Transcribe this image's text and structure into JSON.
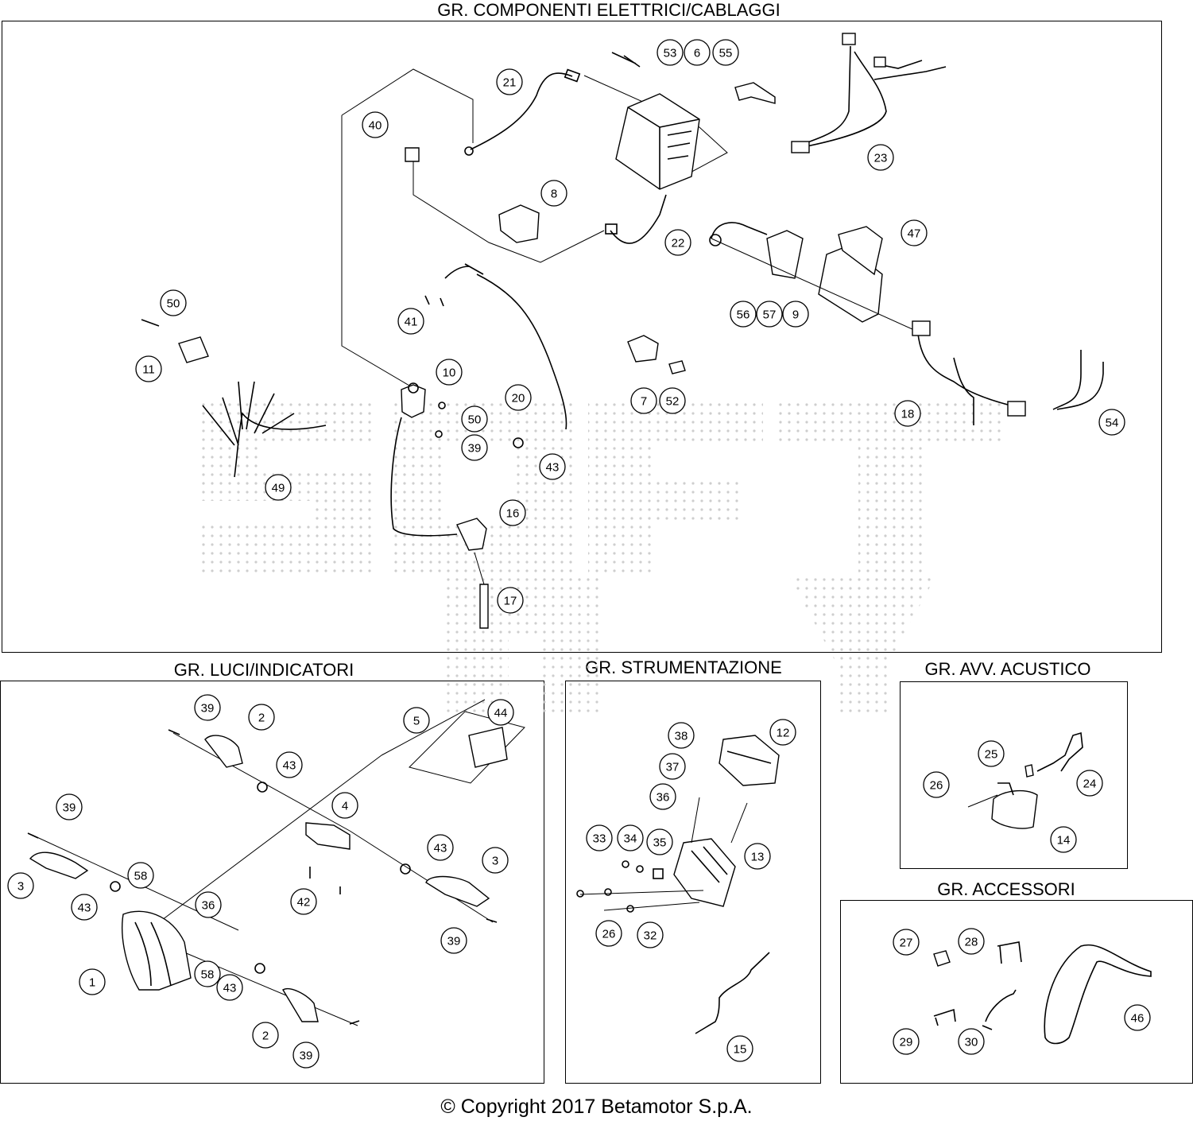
{
  "sections": {
    "electrical": "GR. COMPONENTI ELETTRICI/CABLAGGI",
    "lights": "GR. LUCI/INDICATORI",
    "instruments": "GR. STRUMENTAZIONE",
    "horn": "GR. AVV. ACUSTICO",
    "accessories": "GR. ACCESSORI"
  },
  "copyright": "© Copyright 2017 Betamotor S.p.A.",
  "callouts": {
    "electrical": [
      "53",
      "6",
      "55",
      "21",
      "40",
      "23",
      "8",
      "22",
      "47",
      "56",
      "57",
      "9",
      "50",
      "11",
      "41",
      "10",
      "20",
      "7",
      "52",
      "18",
      "54",
      "50",
      "39",
      "43",
      "49",
      "16",
      "17"
    ],
    "lights": [
      "39",
      "2",
      "5",
      "44",
      "43",
      "4",
      "39",
      "3",
      "43",
      "3",
      "58",
      "36",
      "42",
      "43",
      "39",
      "1",
      "58",
      "43",
      "2",
      "39"
    ],
    "instruments": [
      "38",
      "12",
      "37",
      "36",
      "33",
      "34",
      "35",
      "13",
      "26",
      "32",
      "15"
    ],
    "horn": [
      "25",
      "26",
      "24",
      "14"
    ],
    "accessories": [
      "27",
      "28",
      "46",
      "29",
      "30"
    ]
  },
  "colors": {
    "line": "#000000",
    "watermark": "#c8c8c8",
    "background": "#ffffff"
  }
}
